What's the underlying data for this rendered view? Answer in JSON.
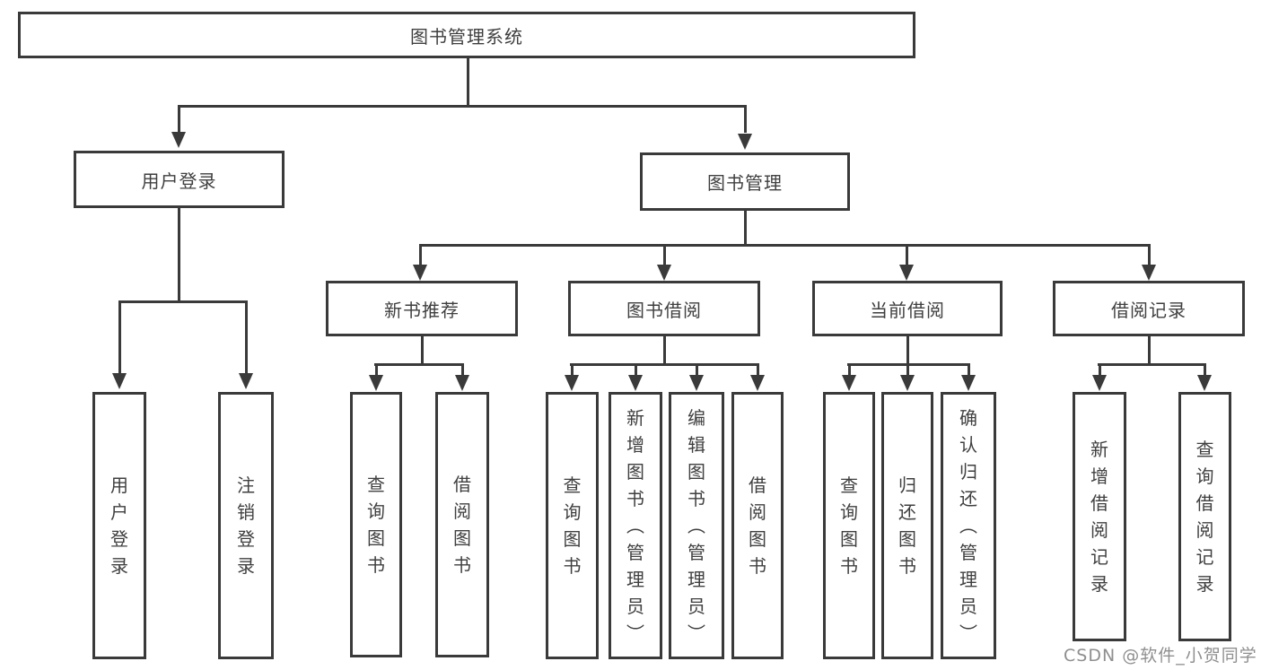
{
  "colors": {
    "line": "#3a3a3a",
    "text": "#3f3f3f",
    "watermark": "#8f8f8f"
  },
  "watermark": "CSDN @软件_小贺同学",
  "tree": {
    "root": "图书管理系统",
    "user_login": {
      "label": "用户登录",
      "children": [
        "用户登录",
        "注销登录"
      ]
    },
    "book_management": {
      "label": "图书管理",
      "groups": [
        {
          "label": "新书推荐",
          "children": [
            "查询图书",
            "借阅图书"
          ]
        },
        {
          "label": "图书借阅",
          "children": [
            "查询图书",
            "新增图书（管理员）",
            "编辑图书（管理员）",
            "借阅图书"
          ]
        },
        {
          "label": "当前借阅",
          "children": [
            "查询图书",
            "归还图书",
            "确认归还（管理员）"
          ]
        },
        {
          "label": "借阅记录",
          "children": [
            "新增借阅记录",
            "查询借阅记录"
          ]
        }
      ]
    }
  }
}
